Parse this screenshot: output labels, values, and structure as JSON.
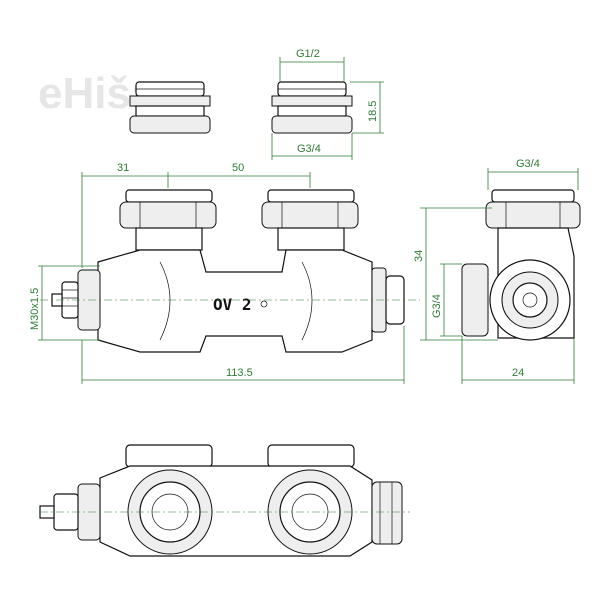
{
  "watermark": "eHiša",
  "body_marking": "OV 2",
  "dimensions": {
    "thread_top": "G1/2",
    "height_adapter": "18.5",
    "thread_bottom": "G3/4",
    "spacing_left": "31",
    "spacing_center": "50",
    "side_thread_top": "G3/4",
    "side_height": "34",
    "side_thread_side": "G3/4",
    "side_width": "24",
    "valve_thread": "M30x1.5",
    "total_length": "113.5"
  }
}
